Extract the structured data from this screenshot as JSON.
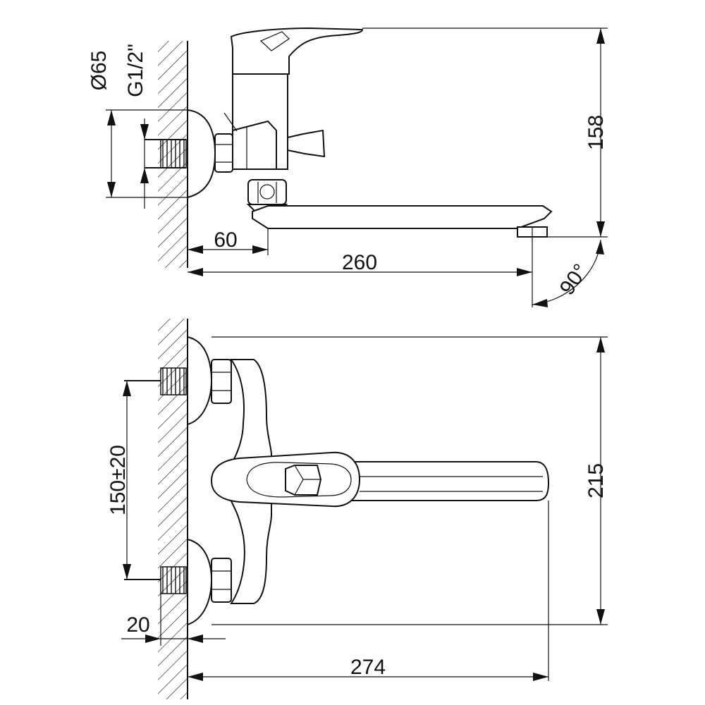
{
  "dimensions": {
    "diameter": "Ø65",
    "thread": "G1/2\"",
    "spout_height": "158",
    "wall_to_body": "60",
    "spout_reach": "260",
    "rotation_angle": "90°",
    "connector_spacing": "150±20",
    "total_height": "215",
    "connector_depth": "20",
    "total_length": "274"
  }
}
